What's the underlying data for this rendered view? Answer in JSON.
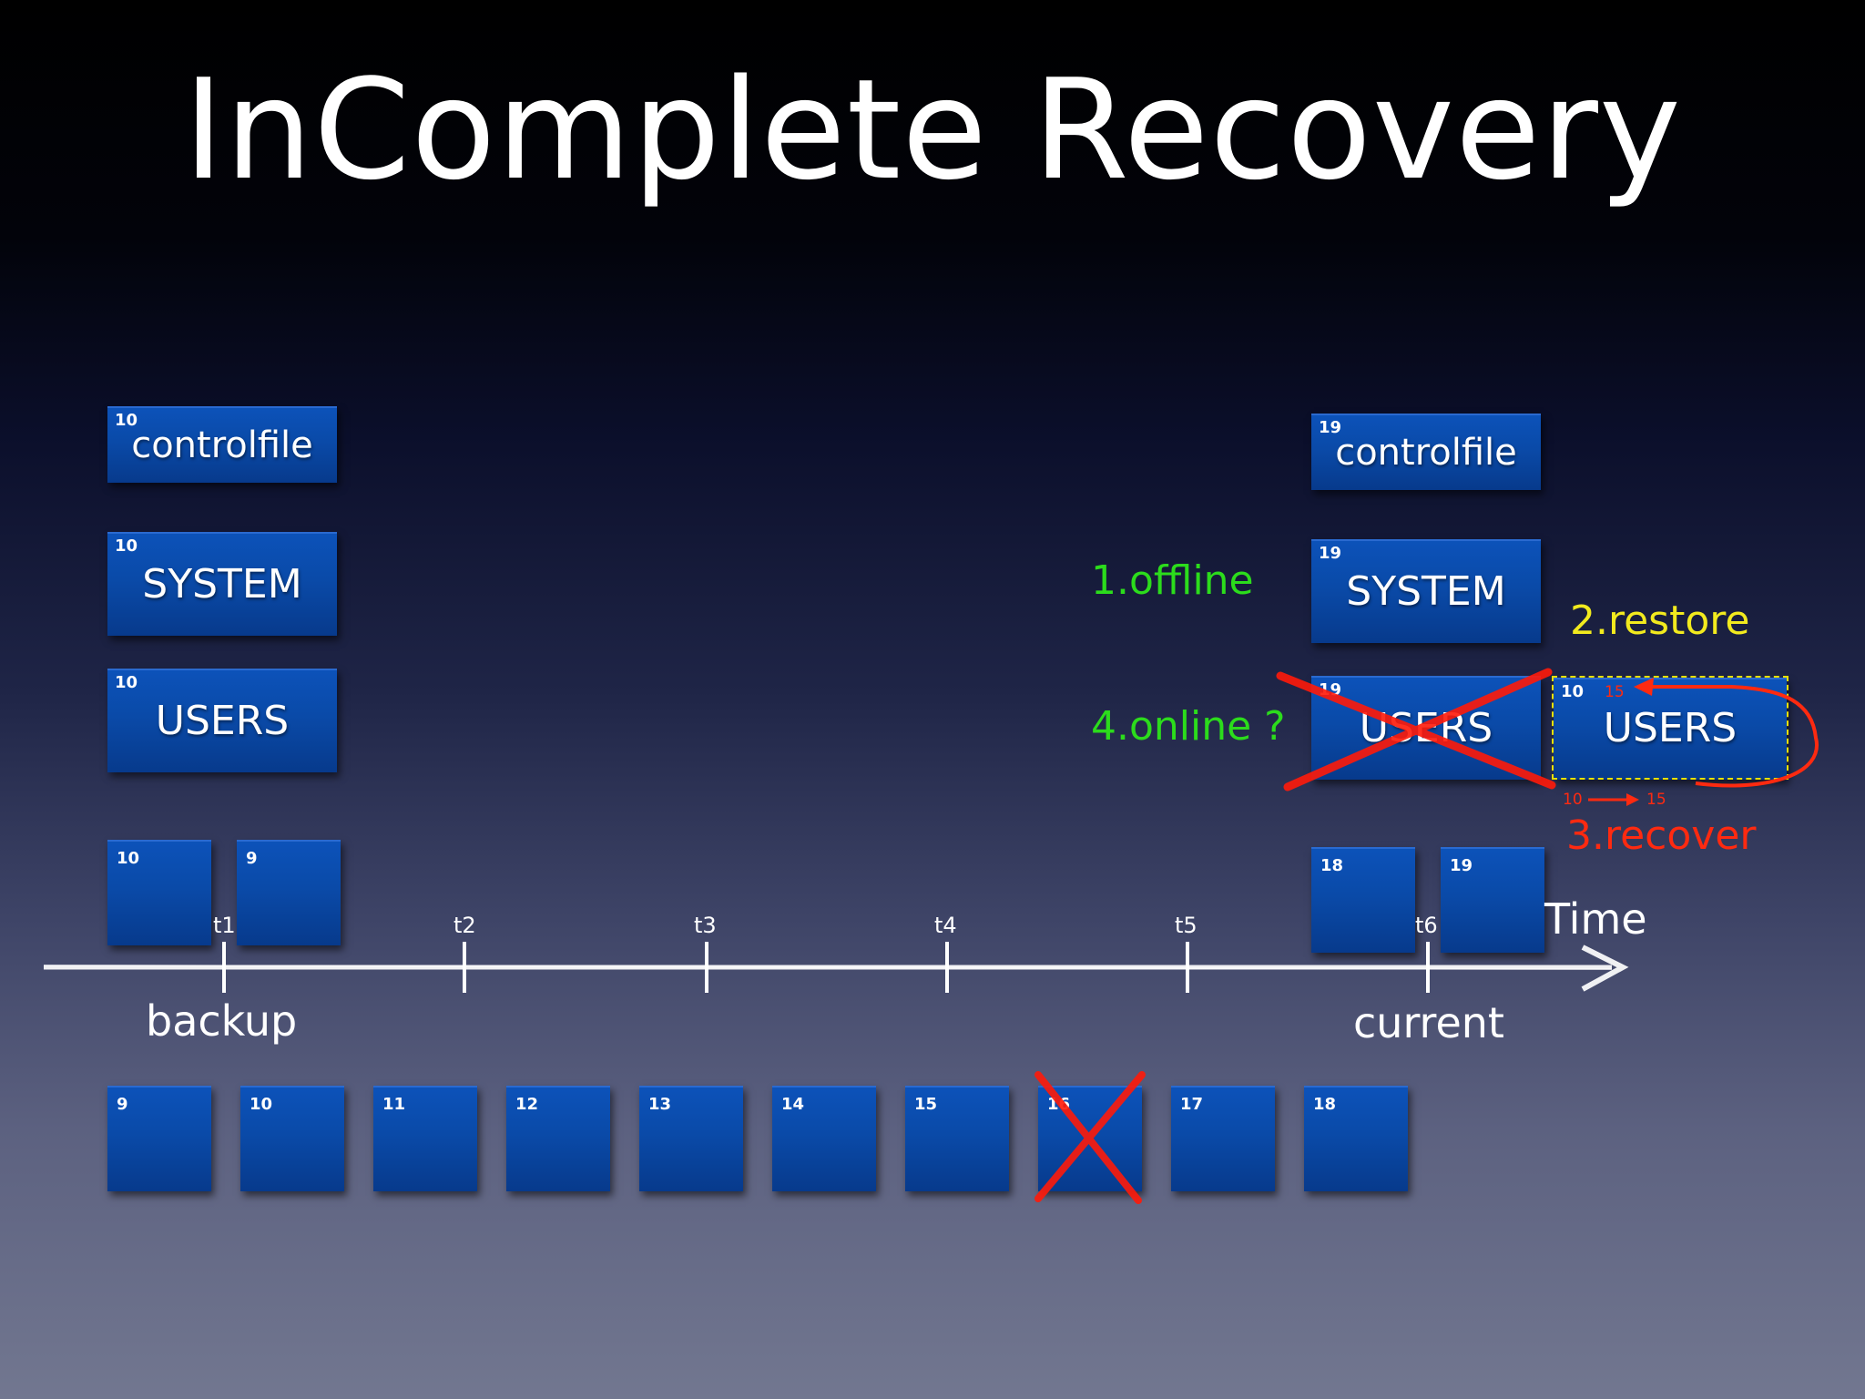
{
  "title": "InComplete Recovery",
  "backup_side": {
    "controlfile": {
      "seq": "10",
      "label": "controlfile"
    },
    "system": {
      "seq": "10",
      "label": "SYSTEM"
    },
    "users": {
      "seq": "10",
      "label": "USERS"
    },
    "redo_logs": [
      "10",
      "9"
    ]
  },
  "current_side": {
    "controlfile": {
      "seq": "19",
      "label": "controlfile"
    },
    "system": {
      "seq": "19",
      "label": "SYSTEM"
    },
    "users_damaged": {
      "seq": "19",
      "label": "USERS"
    },
    "users_restored": {
      "seq": "10",
      "seq_target": "15",
      "label": "USERS"
    },
    "redo_logs": [
      "18",
      "19"
    ]
  },
  "steps": {
    "offline": "1.offline",
    "restore": "2.restore",
    "recover": "3.recover",
    "online": "4.online ?",
    "recover_from": "10",
    "recover_to": "15"
  },
  "timeline": {
    "ticks": [
      "t1",
      "t2",
      "t3",
      "t4",
      "t5",
      "t6"
    ],
    "axis_label": "Time",
    "backup_label": "backup",
    "current_label": "current"
  },
  "archive_logs": [
    {
      "seq": "9",
      "lost": false
    },
    {
      "seq": "10",
      "lost": false
    },
    {
      "seq": "11",
      "lost": false
    },
    {
      "seq": "12",
      "lost": false
    },
    {
      "seq": "13",
      "lost": false
    },
    {
      "seq": "14",
      "lost": false
    },
    {
      "seq": "15",
      "lost": false
    },
    {
      "seq": "16",
      "lost": true
    },
    {
      "seq": "17",
      "lost": false
    },
    {
      "seq": "18",
      "lost": false
    }
  ],
  "colors": {
    "box": "#0a4aa8",
    "step_green": "#2cdc1c",
    "step_yellow": "#f2ea1e",
    "step_red": "#ff2a10",
    "cross": "#ff1a0a"
  }
}
